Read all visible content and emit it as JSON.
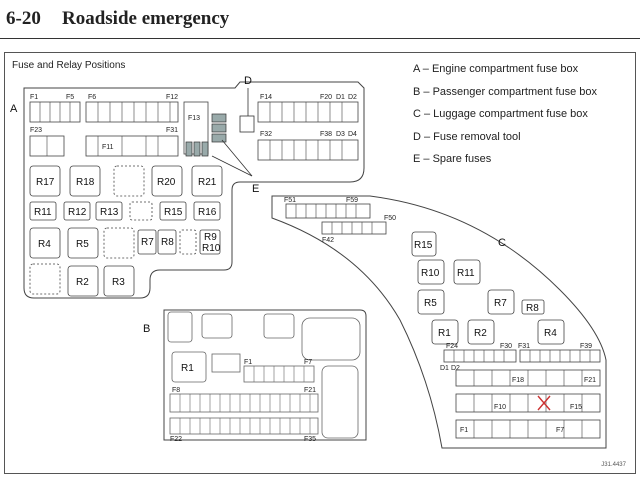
{
  "header": {
    "section": "6-20",
    "title": "Roadside emergency"
  },
  "subtitle": "Fuse and Relay Positions",
  "legend": [
    "A – Engine compartment fuse box",
    "B – Passenger compartment fuse box",
    "C – Luggage compartment fuse box",
    "D – Fuse removal tool",
    "E – Spare fuses"
  ],
  "callouts": {
    "A": "A",
    "B": "B",
    "C": "C",
    "D": "D",
    "E": "E"
  },
  "boxA": {
    "fuse_labels": [
      "F1",
      "F5",
      "F6",
      "F12",
      "F13",
      "F14",
      "F20",
      "D1",
      "D2",
      "F23",
      "F31",
      "F11",
      "F32",
      "F38",
      "D3",
      "D4"
    ],
    "relays": [
      "R17",
      "R18",
      "R20",
      "R21",
      "R11",
      "R12",
      "R13",
      "R15",
      "R16",
      "R4",
      "R5",
      "R7",
      "R8",
      "R9",
      "R10",
      "R2",
      "R3"
    ]
  },
  "boxB": {
    "fuse_labels": [
      "F1",
      "F7",
      "F8",
      "F21",
      "F22",
      "F35"
    ],
    "relays": [
      "R1"
    ]
  },
  "boxC": {
    "fuse_labels": [
      "F51",
      "F59",
      "F50",
      "F42",
      "F24",
      "F30",
      "F31",
      "F39",
      "D1",
      "D2",
      "F1",
      "F7",
      "F10",
      "F15",
      "F18",
      "F21"
    ],
    "relays": [
      "R15",
      "R10",
      "R11",
      "R5",
      "R7",
      "R8",
      "R1",
      "R2",
      "R4"
    ]
  },
  "image_code": "J31.4437"
}
